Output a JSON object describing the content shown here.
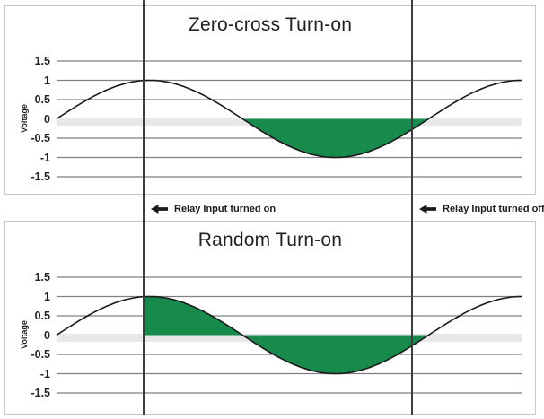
{
  "colors": {
    "green_fill": "#178a4c",
    "gridline": "#7f7f7f",
    "zero_band": "#e8e8ea",
    "panel_border": "#c6c6c6",
    "relay_line": "#3d3d3d",
    "curve": "#1a1a1a",
    "text": "#231f20"
  },
  "chart_data": [
    {
      "type": "area",
      "title": "Zero-cross Turn-on",
      "xlabel": "",
      "ylabel": "Voltage",
      "ylim": [
        -1.5,
        1.5
      ],
      "grid": true,
      "yticks": [
        {
          "label": "1.5",
          "v": 1.5
        },
        {
          "label": "1",
          "v": 1
        },
        {
          "label": "0.5",
          "v": 0.5
        },
        {
          "label": "0",
          "v": 0
        },
        {
          "label": "-0.5",
          "v": -0.5
        },
        {
          "label": "-1",
          "v": -1
        },
        {
          "label": "-1.5",
          "v": -1.5
        }
      ],
      "wave": {
        "shape": "sine",
        "amplitude": 1,
        "start_deg": 0,
        "end_deg": 450
      },
      "conduction_fill_deg": [
        180,
        360
      ]
    },
    {
      "type": "area",
      "title": "Random Turn-on",
      "xlabel": "",
      "ylabel": "Voltage",
      "ylim": [
        -1.5,
        1.5
      ],
      "grid": true,
      "yticks": [
        {
          "label": "1.5",
          "v": 1.5
        },
        {
          "label": "1",
          "v": 1
        },
        {
          "label": "0.5",
          "v": 0.5
        },
        {
          "label": "0",
          "v": 0
        },
        {
          "label": "-0.5",
          "v": -0.5
        },
        {
          "label": "-1",
          "v": -1
        },
        {
          "label": "-1.5",
          "v": -1.5
        }
      ],
      "wave": {
        "shape": "sine",
        "amplitude": 1,
        "start_deg": 0,
        "end_deg": 450
      },
      "conduction_fill_deg": [
        85,
        360
      ]
    }
  ],
  "relay_lines": [
    {
      "deg": 85,
      "label": "Relay Input turned on"
    },
    {
      "deg": 345,
      "label": "Relay Input turned off"
    }
  ]
}
